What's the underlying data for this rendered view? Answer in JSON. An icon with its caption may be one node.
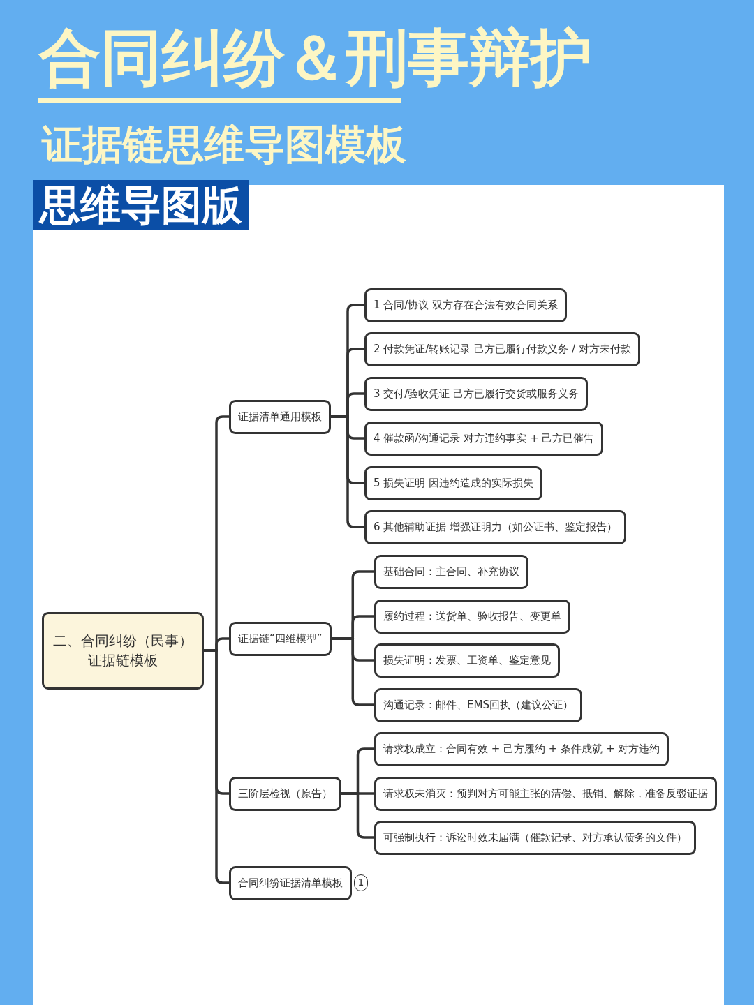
{
  "diagram": {
    "title": "合同纠纷＆刑事辩护",
    "nodes": [
      {
        "text": [
          "二、合同纠纷（民事）证据链模板"
        ]
      },
      {
        "text": [
          "证据清单通用模板"
        ]
      },
      {
        "text": [
          "1 合同/协议 双方存在合法有效合同关系"
        ]
      },
      {
        "text": [
          "2 付款凭证/转账记录 己方已履行付款义务 / 对方未付款"
        ]
      },
      {
        "text": [
          "3 交付/验收凭证 己方已履行交货或服务义务"
        ]
      },
      {
        "text": [
          "4 催款函/沟通记录 对方违约事实 + 己方已催告"
        ]
      },
      {
        "text": [
          "5 损失证明 因违约造成的实际损失"
        ]
      },
      {
        "text": [
          "6 其他辅助证据 增强证明力（如公证书、鉴定报告）"
        ]
      },
      {
        "text": [
          "证据链“四维模型”"
        ]
      },
      {
        "text": [
          "基础合同：主合同、补充协议"
        ]
      },
      {
        "text": [
          "履约过程：送货单、验收报告、变更单"
        ]
      },
      {
        "text": [
          "损失证明：发票、工资单、鉴定意见"
        ]
      },
      {
        "text": [
          "沟通记录：邮件、EMS回执（建议公证）"
        ]
      },
      {
        "text": [
          "三阶层检视（原告）"
        ]
      },
      {
        "text": [
          "请求权成立：合同有效 + 己方履约 + 条件成就 + 对方违约"
        ]
      },
      {
        "text": [
          "请求权未消灭：预判对方可能主张的清偿、抵销、解除，准备反驳证据"
        ]
      },
      {
        "text": [
          "可强制执行：诉讼时效未届满（催款记录、对方承认债务的文件）"
        ]
      },
      {
        "text": [
          "合同纠纷证据清单模板"
        ],
        "beside": [
          "1"
        ]
      }
    ],
    "edges": [
      {
        "from": 0,
        "to": 1,
        "arrow": "none"
      },
      {
        "from": 0,
        "to": 8,
        "arrow": "none"
      },
      {
        "from": 0,
        "to": 13,
        "arrow": "none"
      },
      {
        "from": 0,
        "to": 17,
        "arrow": "none"
      },
      {
        "from": 1,
        "to": 2,
        "arrow": "none"
      },
      {
        "from": 1,
        "to": 3,
        "arrow": "none"
      },
      {
        "from": 1,
        "to": 4,
        "arrow": "none"
      },
      {
        "from": 1,
        "to": 5,
        "arrow": "none"
      },
      {
        "from": 1,
        "to": 6,
        "arrow": "none"
      },
      {
        "from": 1,
        "to": 7,
        "arrow": "none"
      },
      {
        "from": 8,
        "to": 9,
        "arrow": "none"
      },
      {
        "from": 8,
        "to": 10,
        "arrow": "none"
      },
      {
        "from": 8,
        "to": 11,
        "arrow": "none"
      },
      {
        "from": 8,
        "to": 12,
        "arrow": "none"
      },
      {
        "from": 13,
        "to": 14,
        "arrow": "none"
      },
      {
        "from": 13,
        "to": 15,
        "arrow": "none"
      },
      {
        "from": 13,
        "to": 16,
        "arrow": "none"
      }
    ],
    "labels": [
      "证据链思维导图模板",
      "思维导图版"
    ]
  }
}
